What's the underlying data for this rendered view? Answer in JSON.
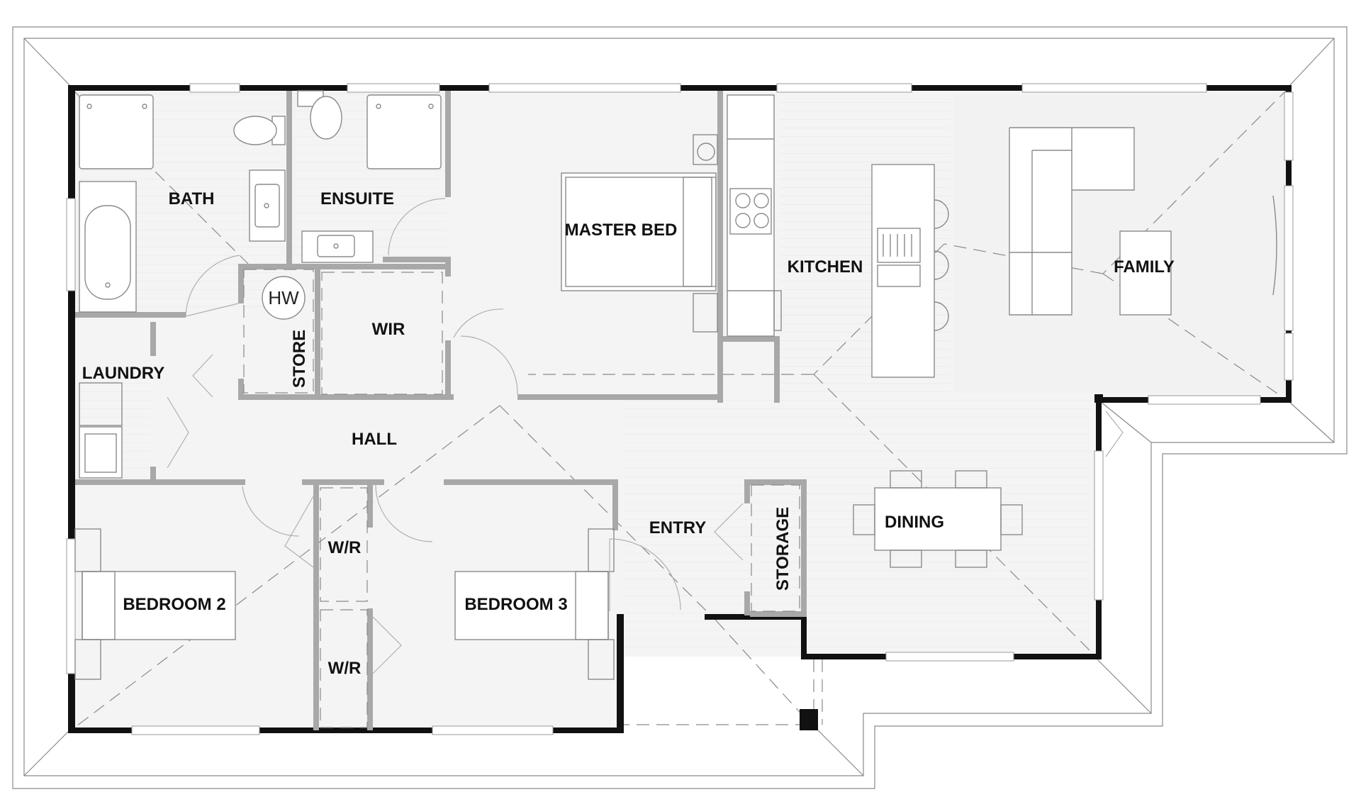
{
  "rooms": {
    "bath": "BATH",
    "ensuite": "ENSUITE",
    "master_bed": "MASTER BED",
    "kitchen": "KITCHEN",
    "family": "FAMILY",
    "hw": "HW",
    "wir": "WIR",
    "store": "STORE",
    "laundry": "LAUNDRY",
    "hall": "HALL",
    "wr_1": "W/R",
    "wr_2": "W/R",
    "bedroom_2": "BEDROOM 2",
    "bedroom_3": "BEDROOM 3",
    "entry": "ENTRY",
    "storage": "STORAGE",
    "dining": "DINING"
  }
}
